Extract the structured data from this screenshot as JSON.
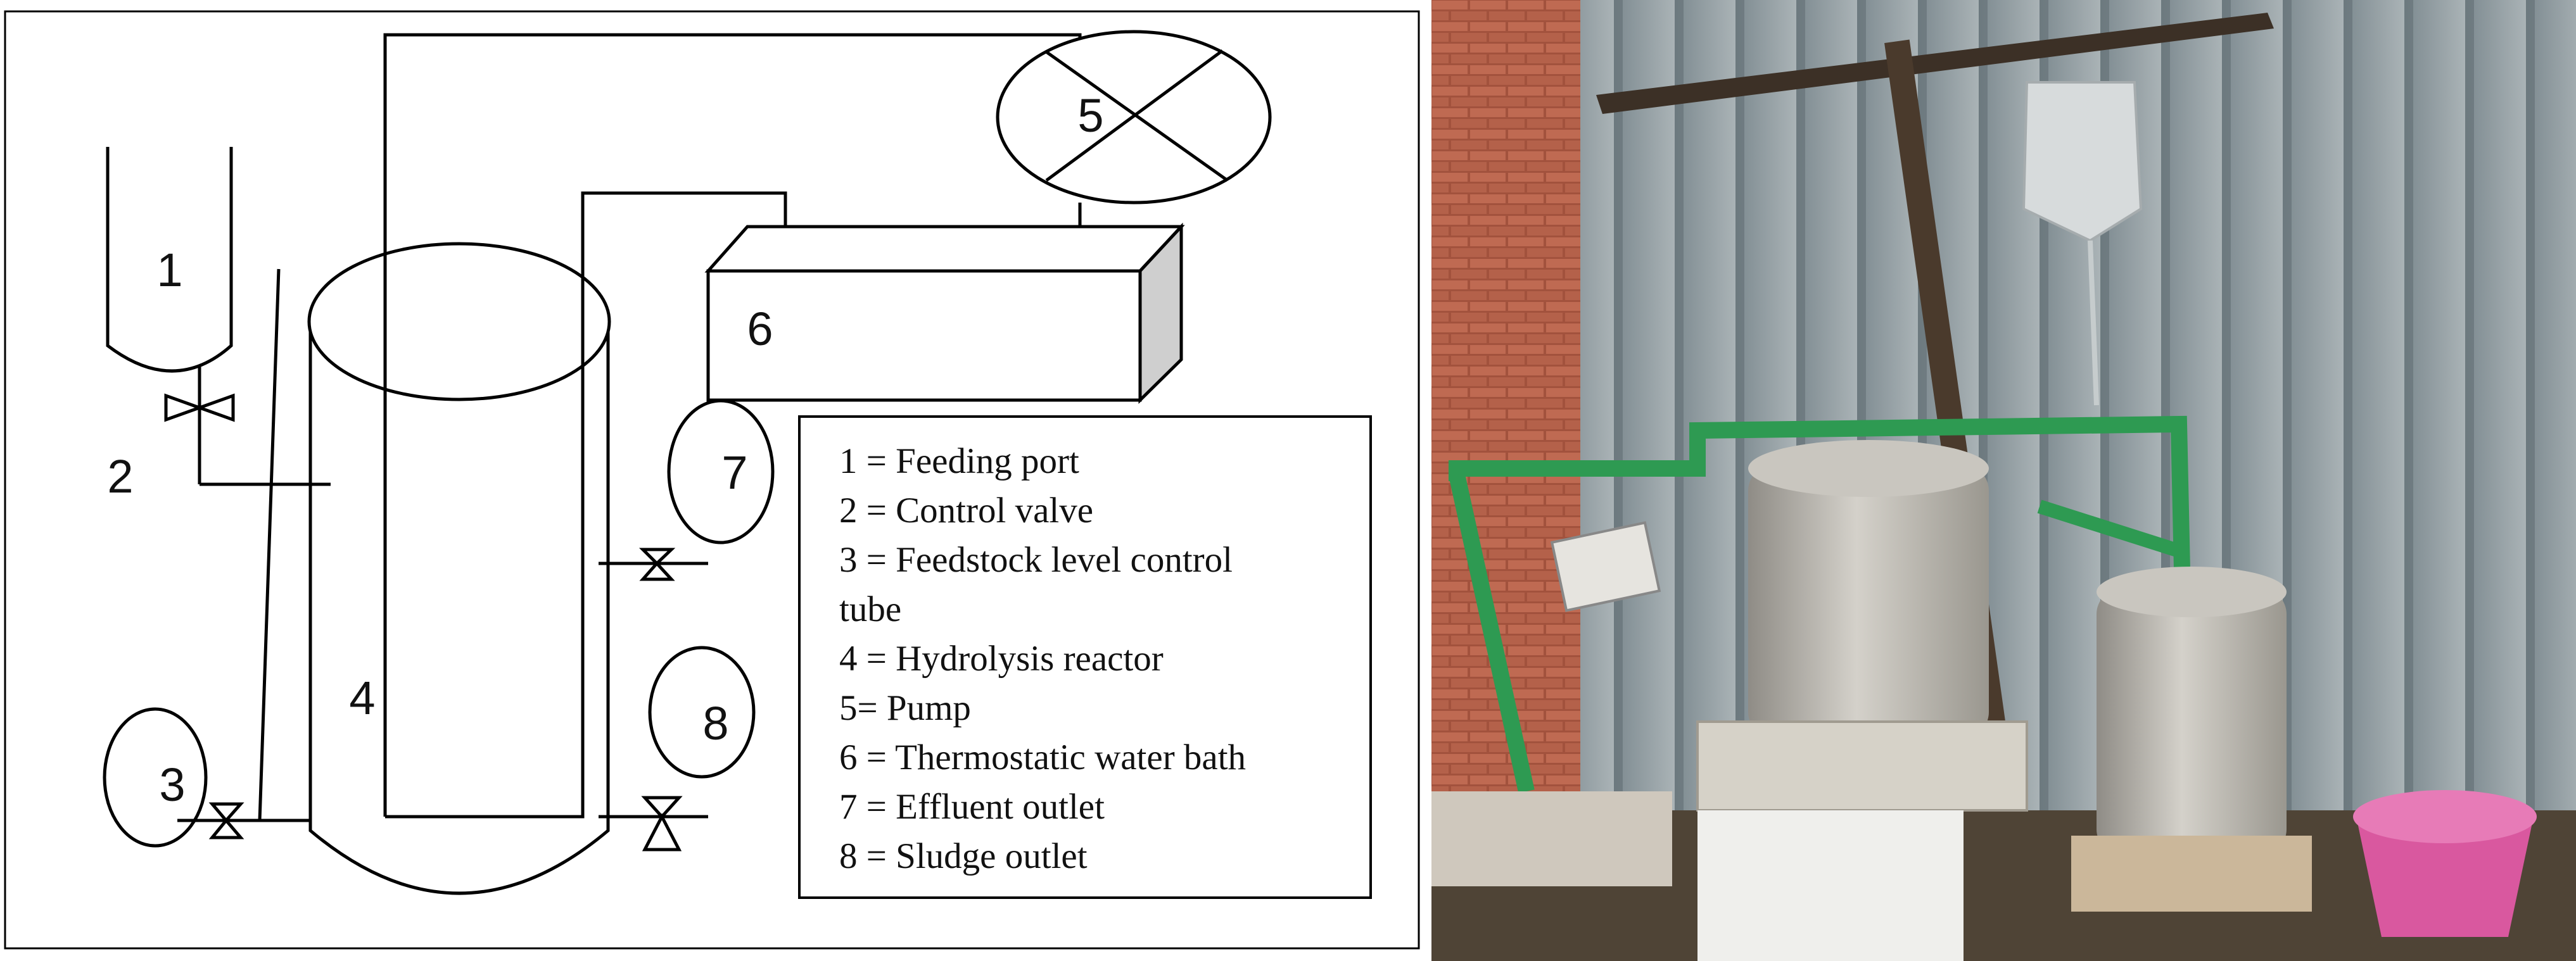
{
  "schematic": {
    "labels": {
      "feeding_port": "1",
      "control_valve": "2",
      "level_tube": "3",
      "reactor": "4",
      "pump": "5",
      "water_bath": "6",
      "effluent_outlet": "7",
      "sludge_outlet": "8"
    },
    "legend": [
      "1 = Feeding port",
      "2 = Control valve",
      "3 = Feedstock level control",
      "tube",
      "4 = Hydrolysis reactor",
      "5= Pump",
      "6 = Thermostatic water bath",
      "7 = Effluent outlet",
      "8 = Sludge outlet"
    ]
  },
  "colors": {
    "pipe_green": "#2e9a52",
    "wall_metal": "#8f999d",
    "brick": "#b5614a",
    "tank_grey": "#b7b4ad",
    "bucket_pink": "#d9589f"
  }
}
